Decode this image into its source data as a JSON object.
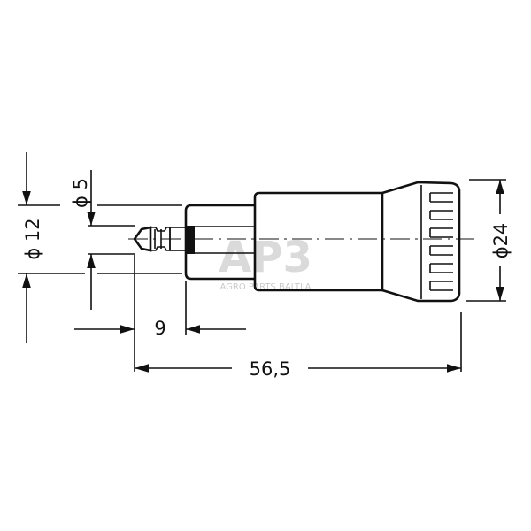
{
  "dimensions": {
    "d12": "ϕ 12",
    "d5": "ϕ 5",
    "len9": "9",
    "len56": "56,5",
    "d24": "ϕ24"
  },
  "watermark": {
    "logo": "AP3",
    "tagline": "AGRO PARTS BALTIJA"
  },
  "colors": {
    "line": "#111111",
    "watermark": "#bdbdbd"
  }
}
